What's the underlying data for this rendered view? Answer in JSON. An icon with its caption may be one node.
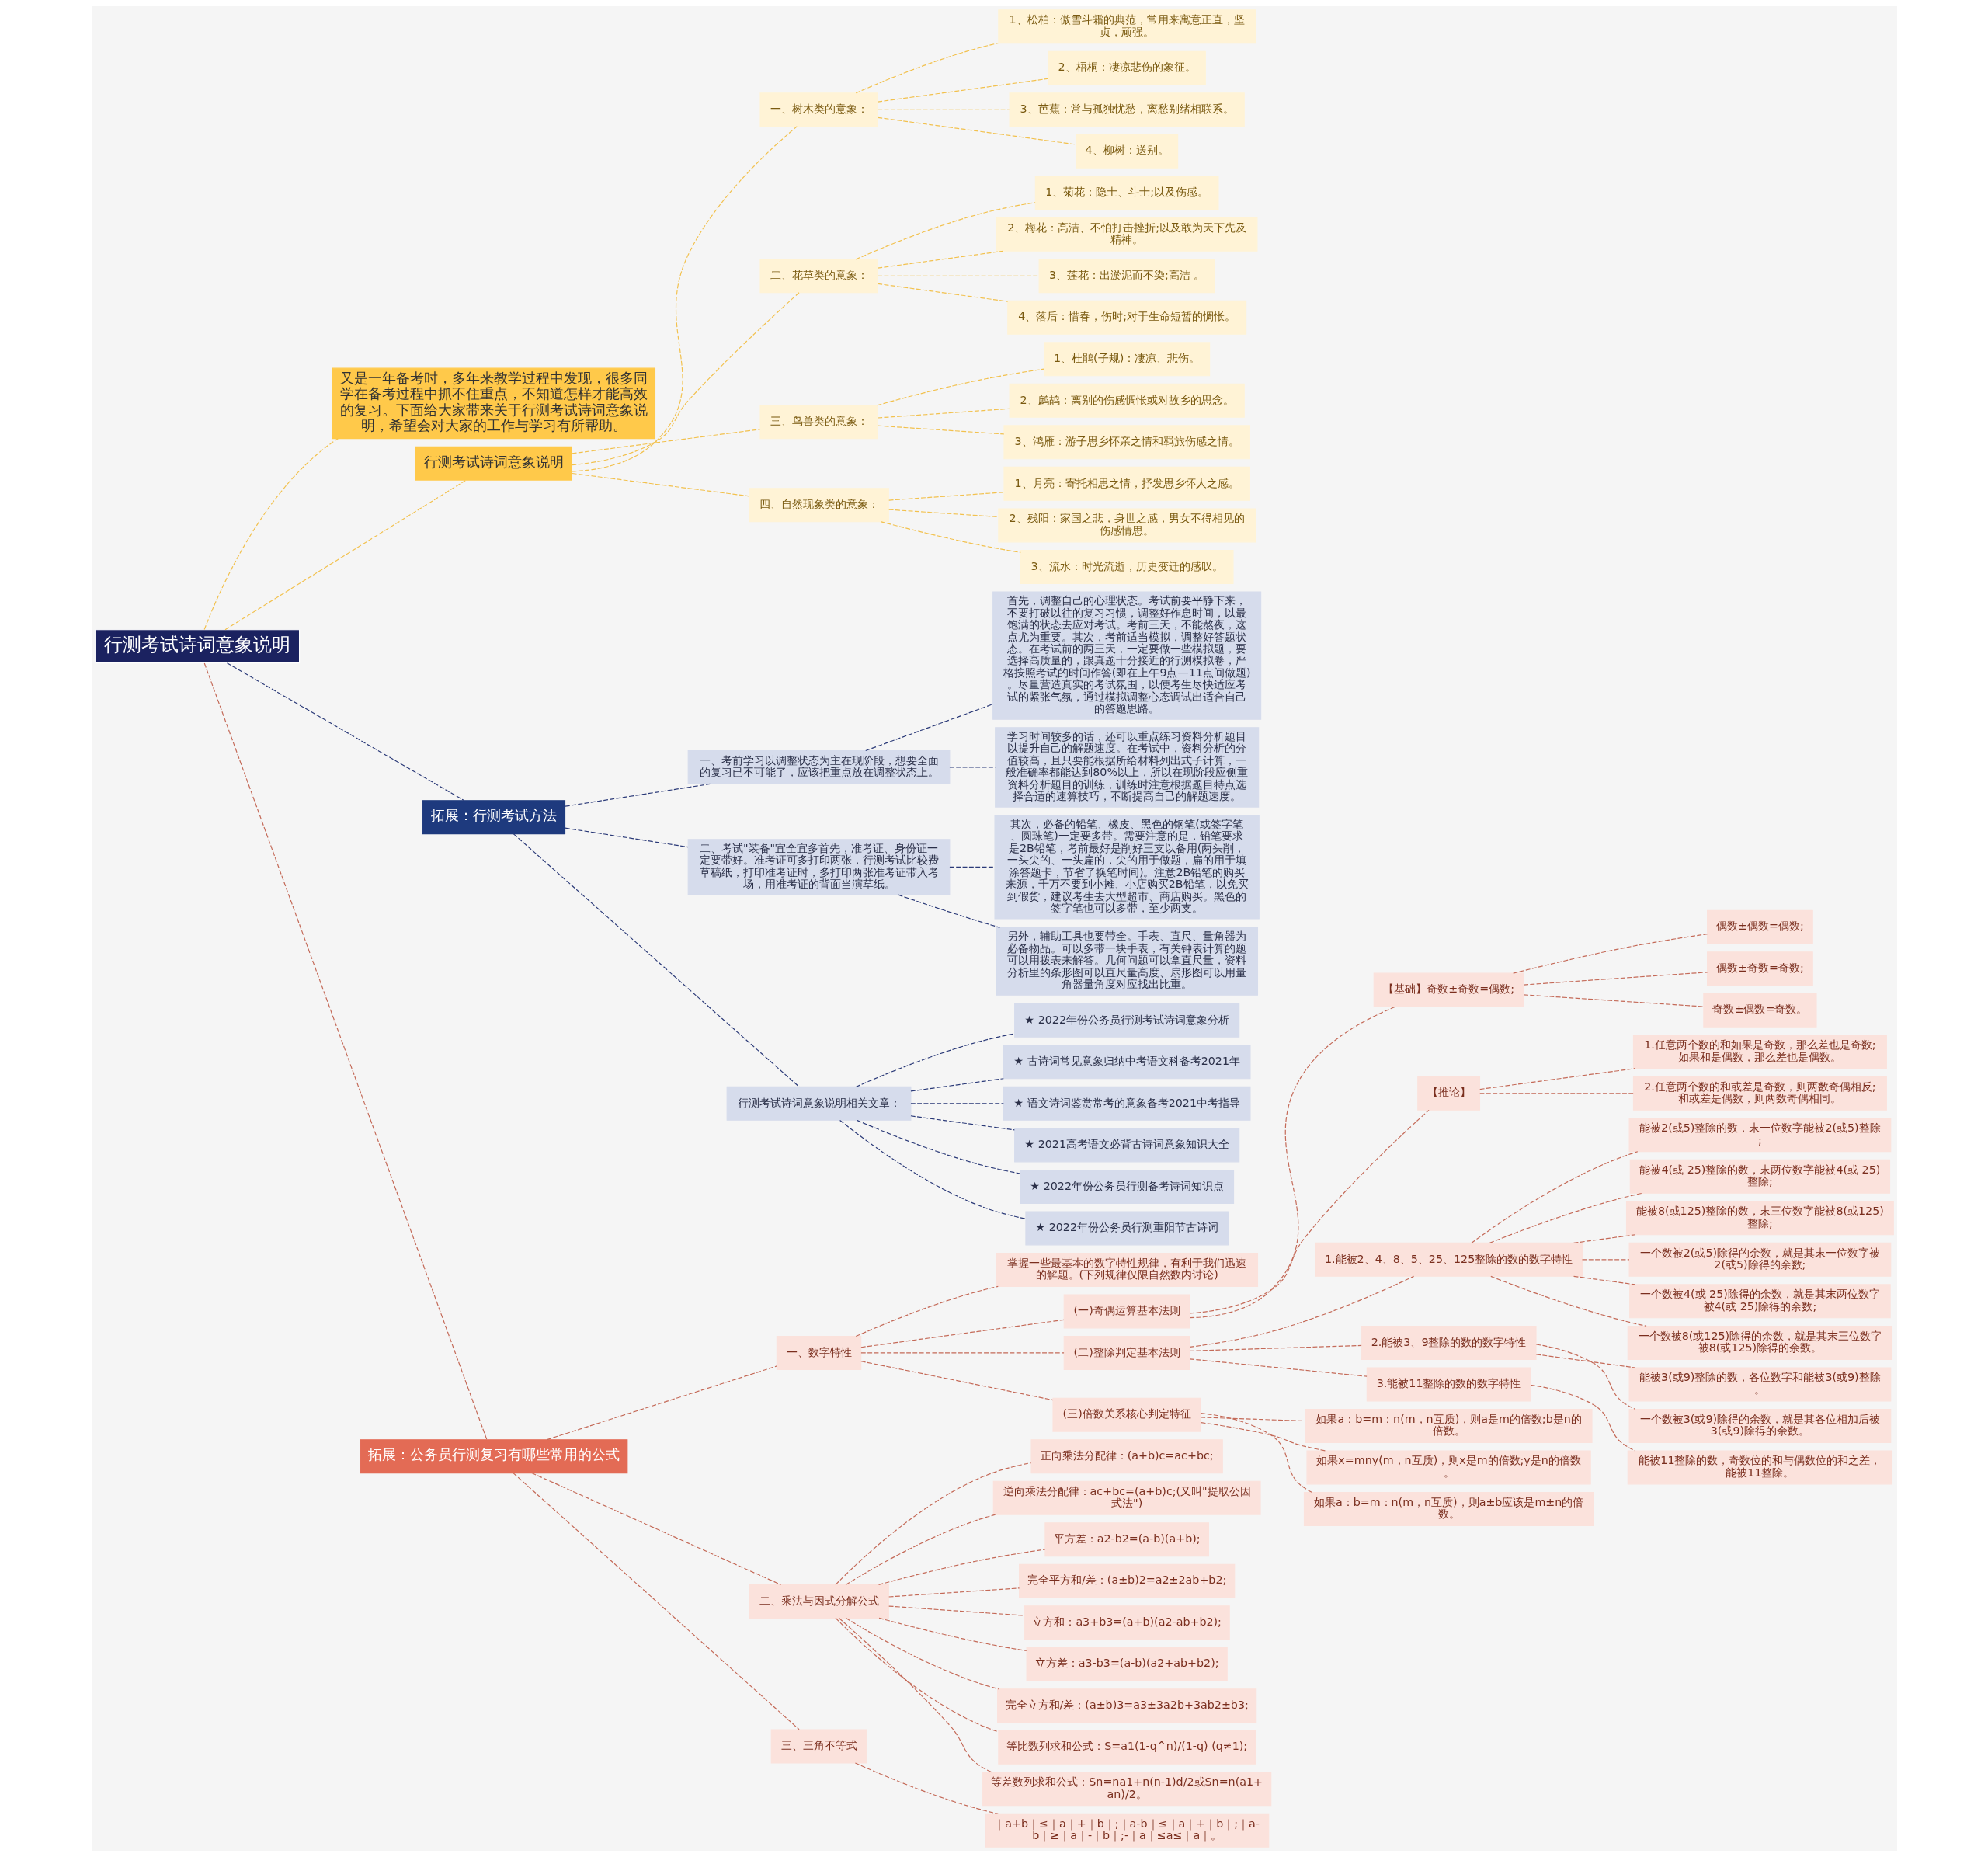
{
  "diagram": {
    "nodes": [
      {
        "text": [
          "行测考试诗词意象说明"
        ]
      },
      {
        "text": [
          "又是一年备考时，多年来教学过程中发现，很多同学在备考过程中抓不住重点，不知道怎样才能高效的复习。下面给大家带来关于行测考试诗词意象说明，希望会对大家的工作与学习有所帮助。"
        ]
      },
      {
        "text": [
          "行测考试诗词意象说明"
        ]
      },
      {
        "text": [
          "一、树木类的意象："
        ]
      },
      {
        "text": [
          "1、松柏：傲雪斗霜的典范，常用来寓意正直，坚贞，顽强。"
        ]
      },
      {
        "text": [
          "2、梧桐：凄凉悲伤的象征。"
        ]
      },
      {
        "text": [
          "3、芭蕉：常与孤独忧愁，离愁别绪相联系。"
        ]
      },
      {
        "text": [
          "4、柳树：送别。"
        ]
      },
      {
        "text": [
          "二、花草类的意象："
        ]
      },
      {
        "text": [
          "1、菊花：隐士、斗士;以及伤感。"
        ]
      },
      {
        "text": [
          "2、梅花：高洁、不怕打击挫折;以及敢为天下先及精神。"
        ]
      },
      {
        "text": [
          "3、莲花：出淤泥而不染;高洁 。"
        ]
      },
      {
        "text": [
          "4、落后：惜春，伤时;对于生命短暂的惆怅。"
        ]
      },
      {
        "text": [
          "三、鸟兽类的意象："
        ]
      },
      {
        "text": [
          "1、杜鹃(子规)：凄凉、悲伤。"
        ]
      },
      {
        "text": [
          "2、鹧鸪：离别的伤感惆怅或对故乡的思念。"
        ]
      },
      {
        "text": [
          "3、鸿雁：游子思乡怀亲之情和羁旅伤感之情。"
        ]
      },
      {
        "text": [
          "四、自然现象类的意象："
        ]
      },
      {
        "text": [
          "1、月亮：寄托相思之情，抒发思乡怀人之感。"
        ]
      },
      {
        "text": [
          "2、残阳：家国之悲，身世之感，男女不得相见的伤感情思。"
        ]
      },
      {
        "text": [
          "3、流水：时光流逝，历史变迁的感叹。"
        ]
      },
      {
        "text": [
          "拓展：行测考试方法"
        ]
      },
      {
        "text": [
          "一、考前学习以调整状态为主在现阶段，想要全面的复习已不可能了，应该把重点放在调整状态上。"
        ]
      },
      {
        "text": [
          "首先，调整自己的心理状态。考试前要平静下来，不要打破以往的复习习惯，调整好作息时间，以最饱满的状态去应对考试。考前三天，不能熬夜，这点尤为重要。其次，考前适当模拟，调整好答题状态。在考试前的两三天，一定要做一些模拟题，要选择高质量的，跟真题十分接近的行测模拟卷，严格按照考试的时间作答(即在上午9点—11点间做题)。尽量营造真实的考试氛围，以便考生尽快适应考试的紧张气氛，通过模拟调整心态调试出适合自己的答题思路。"
        ]
      },
      {
        "text": [
          "学习时间较多的话，还可以重点练习资料分析题目以提升自己的解题速度。在考试中，资料分析的分值较高，且只要能根据所给材料列出式子计算，一般准确率都能达到80%以上，所以在现阶段应侧重资料分析题目的训练，训练时注意根据题目特点选择合适的速算技巧，不断提高自己的解题速度。"
        ]
      },
      {
        "text": [
          "二、考试\"装备\"宜全宜多首先，准考证、身份证一定要带好。准考证可多打印两张，行测考试比较费草稿纸，打印准考证时，多打印两张准考证带入考场，用准考证的背面当演草纸。"
        ]
      },
      {
        "text": [
          "其次，必备的铅笔、橡皮、黑色的钢笔(或签字笔、圆珠笔)一定要多带。需要注意的是，铅笔要求是2B铅笔，考前最好是削好三支以备用(两头削，一头尖的、一头扁的，尖的用于做题，扁的用于填涂答题卡，节省了换笔时间)。注意2B铅笔的购买来源，千万不要到小摊、小店购买2B铅笔，以免买到假货，建议考生去大型超市、商店购买。黑色的签字笔也可以多带，至少两支。"
        ]
      },
      {
        "text": [
          "另外，辅助工具也要带全。手表、直尺、量角器为必备物品。可以多带一块手表，有关钟表计算的题可以用拨表来解答。几何问题可以拿直尺量，资料分析里的条形图可以直尺量高度、扇形图可以用量角器量角度对应找出比重。"
        ]
      },
      {
        "text": [
          "行测考试诗词意象说明相关文章："
        ]
      },
      {
        "text": [
          "★ 2022年份公务员行测考试诗词意象分析"
        ]
      },
      {
        "text": [
          "★ 古诗词常见意象归纳中考语文科备考2021年"
        ]
      },
      {
        "text": [
          "★ 语文诗词鉴赏常考的意象备考2021中考指导"
        ]
      },
      {
        "text": [
          "★ 2021高考语文必背古诗词意象知识大全"
        ]
      },
      {
        "text": [
          "★ 2022年份公务员行测备考诗词知识点"
        ]
      },
      {
        "text": [
          "★ 2022年份公务员行测重阳节古诗词"
        ]
      },
      {
        "text": [
          "拓展：公务员行测复习有哪些常用的公式"
        ]
      },
      {
        "text": [
          "一、数字特性"
        ]
      },
      {
        "text": [
          "掌握一些最基本的数字特性规律，有利于我们迅速的解题。(下列规律仅限自然数内讨论)"
        ]
      },
      {
        "text": [
          "(一)奇偶运算基本法则"
        ]
      },
      {
        "text": [
          "【基础】奇数±奇数=偶数;"
        ]
      },
      {
        "text": [
          "偶数±偶数=偶数;"
        ]
      },
      {
        "text": [
          "偶数±奇数=奇数;"
        ]
      },
      {
        "text": [
          "奇数±偶数=奇数。"
        ]
      },
      {
        "text": [
          "【推论】"
        ]
      },
      {
        "text": [
          "1.任意两个数的和如果是奇数，那么差也是奇数;如果和是偶数，那么差也是偶数。"
        ]
      },
      {
        "text": [
          "2.任意两个数的和或差是奇数，则两数奇偶相反;和或差是偶数，则两数奇偶相同。"
        ]
      },
      {
        "text": [
          "(二)整除判定基本法则"
        ]
      },
      {
        "text": [
          "1.能被2、4、8、5、25、125整除的数的数字特性"
        ]
      },
      {
        "text": [
          "能被2(或5)整除的数，末一位数字能被2(或5)整除;"
        ]
      },
      {
        "text": [
          "能被4(或 25)整除的数，末两位数字能被4(或 25)整除;"
        ]
      },
      {
        "text": [
          "能被8(或125)整除的数，末三位数字能被8(或125)整除;"
        ]
      },
      {
        "text": [
          "一个数被2(或5)除得的余数，就是其末一位数字被2(或5)除得的余数;"
        ]
      },
      {
        "text": [
          "一个数被4(或 25)除得的余数，就是其末两位数字被4(或 25)除得的余数;"
        ]
      },
      {
        "text": [
          "一个数被8(或125)除得的余数，就是其末三位数字被8(或125)除得的余数。"
        ]
      },
      {
        "text": [
          "2.能被3、9整除的数的数字特性"
        ]
      },
      {
        "text": [
          "能被3(或9)整除的数，各位数字和能被3(或9)整除。"
        ]
      },
      {
        "text": [
          "一个数被3(或9)除得的余数，就是其各位相加后被3(或9)除得的余数。"
        ]
      },
      {
        "text": [
          "3.能被11整除的数的数字特性"
        ]
      },
      {
        "text": [
          "能被11整除的数，奇数位的和与偶数位的和之差，能被11整除。"
        ]
      },
      {
        "text": [
          "(三)倍数关系核心判定特征"
        ]
      },
      {
        "text": [
          "如果a：b=m：n(m，n互质)，则a是m的倍数;b是n的倍数。"
        ]
      },
      {
        "text": [
          "如果x=mny(m，n互质)，则x是m的倍数;y是n的倍数。"
        ]
      },
      {
        "text": [
          "如果a：b=m：n(m，n互质)，则a±b应该是m±n的倍数。"
        ]
      },
      {
        "text": [
          "二、乘法与因式分解公式"
        ]
      },
      {
        "text": [
          "正向乘法分配律：(a+b)c=ac+bc;"
        ]
      },
      {
        "text": [
          "逆向乘法分配律：ac+bc=(a+b)c;(又叫\"提取公因式法\")"
        ]
      },
      {
        "text": [
          "平方差：a2-b2=(a-b)(a+b);"
        ]
      },
      {
        "text": [
          "完全平方和/差：(a±b)2=a2±2ab+b2;"
        ]
      },
      {
        "text": [
          "立方和：a3+b3=(a+b)(a2-ab+b2);"
        ]
      },
      {
        "text": [
          "立方差：a3-b3=(a-b)(a2+ab+b2);"
        ]
      },
      {
        "text": [
          "完全立方和/差：(a±b)3=a3±3a2b+3ab2±b3;"
        ]
      },
      {
        "text": [
          "等比数列求和公式：S=a1(1-q^n)/(1-q) (q≠1);"
        ]
      },
      {
        "text": [
          "等差数列求和公式：Sn=na1+n(n-1)d/2或Sn=n(a1+an)/2。"
        ]
      },
      {
        "text": [
          "三、三角不等式"
        ]
      },
      {
        "text": [
          "｜a+b｜≤｜a｜+｜b｜;｜a-b｜≤｜a｜+｜b｜;｜a-b｜≥｜a｜-｜b｜;-｜a｜≤a≤｜a｜。"
        ]
      }
    ],
    "edges": [
      {
        "from": 0,
        "to": 1,
        "arrow": "none",
        "color": "#f2c14e"
      },
      {
        "from": 0,
        "to": 2,
        "arrow": "none",
        "color": "#f2c14e"
      },
      {
        "from": 0,
        "to": 21,
        "arrow": "none",
        "color": "#2b3a78"
      },
      {
        "from": 0,
        "to": 35,
        "arrow": "none"
      },
      {
        "from": 2,
        "to": 3,
        "arrow": "none",
        "color": "#f2c14e"
      },
      {
        "from": 2,
        "to": 8,
        "arrow": "none",
        "color": "#f2c14e"
      },
      {
        "from": 2,
        "to": 13,
        "arrow": "none",
        "color": "#f2c14e"
      },
      {
        "from": 2,
        "to": 17,
        "arrow": "none",
        "color": "#f2c14e"
      },
      {
        "from": 3,
        "to": 4,
        "arrow": "none",
        "color": "#f2c14e"
      },
      {
        "from": 3,
        "to": 5,
        "arrow": "none",
        "color": "#f2c14e"
      },
      {
        "from": 3,
        "to": 6,
        "arrow": "none",
        "color": "#f2c14e"
      },
      {
        "from": 3,
        "to": 7,
        "arrow": "none",
        "color": "#f2c14e"
      },
      {
        "from": 8,
        "to": 9,
        "arrow": "none",
        "color": "#f2c14e"
      },
      {
        "from": 8,
        "to": 10,
        "arrow": "none",
        "color": "#f2c14e"
      },
      {
        "from": 8,
        "to": 11,
        "arrow": "none",
        "color": "#f2c14e"
      },
      {
        "from": 8,
        "to": 12,
        "arrow": "none",
        "color": "#f2c14e"
      },
      {
        "from": 13,
        "to": 14,
        "arrow": "none",
        "color": "#f2c14e"
      },
      {
        "from": 13,
        "to": 15,
        "arrow": "none",
        "color": "#f2c14e"
      },
      {
        "from": 13,
        "to": 16,
        "arrow": "none",
        "color": "#f2c14e"
      },
      {
        "from": 17,
        "to": 18,
        "arrow": "none",
        "color": "#f2c14e"
      },
      {
        "from": 17,
        "to": 19,
        "arrow": "none",
        "color": "#f2c14e"
      },
      {
        "from": 17,
        "to": 20,
        "arrow": "none",
        "color": "#f2c14e"
      },
      {
        "from": 21,
        "to": 22,
        "arrow": "none",
        "color": "#2b3a78"
      },
      {
        "from": 21,
        "to": 25,
        "arrow": "none",
        "color": "#2b3a78"
      },
      {
        "from": 21,
        "to": 28,
        "arrow": "none",
        "color": "#2b3a78"
      },
      {
        "from": 22,
        "to": 23,
        "arrow": "none",
        "color": "#2b3a78"
      },
      {
        "from": 22,
        "to": 24,
        "arrow": "none",
        "color": "#2b3a78"
      },
      {
        "from": 25,
        "to": 26,
        "arrow": "none",
        "color": "#2b3a78"
      },
      {
        "from": 25,
        "to": 27,
        "arrow": "none",
        "color": "#2b3a78"
      },
      {
        "from": 28,
        "to": 29,
        "arrow": "none",
        "color": "#2b3a78"
      },
      {
        "from": 28,
        "to": 30,
        "arrow": "none",
        "color": "#2b3a78"
      },
      {
        "from": 28,
        "to": 31,
        "arrow": "none",
        "color": "#2b3a78"
      },
      {
        "from": 28,
        "to": 32,
        "arrow": "none",
        "color": "#2b3a78"
      },
      {
        "from": 28,
        "to": 33,
        "arrow": "none",
        "color": "#2b3a78"
      },
      {
        "from": 28,
        "to": 34,
        "arrow": "none",
        "color": "#2b3a78"
      },
      {
        "from": 35,
        "to": 36,
        "arrow": "none"
      },
      {
        "from": 35,
        "to": 63,
        "arrow": "none"
      },
      {
        "from": 35,
        "to": 73,
        "arrow": "none"
      },
      {
        "from": 36,
        "to": 37,
        "arrow": "none"
      },
      {
        "from": 36,
        "to": 38,
        "arrow": "none"
      },
      {
        "from": 36,
        "to": 46,
        "arrow": "none"
      },
      {
        "from": 36,
        "to": 59,
        "arrow": "none"
      },
      {
        "from": 38,
        "to": 39,
        "arrow": "none"
      },
      {
        "from": 38,
        "to": 43,
        "arrow": "none"
      },
      {
        "from": 39,
        "to": 40,
        "arrow": "none"
      },
      {
        "from": 39,
        "to": 41,
        "arrow": "none"
      },
      {
        "from": 39,
        "to": 42,
        "arrow": "none"
      },
      {
        "from": 43,
        "to": 44,
        "arrow": "none"
      },
      {
        "from": 43,
        "to": 45,
        "arrow": "none"
      },
      {
        "from": 46,
        "to": 47,
        "arrow": "none"
      },
      {
        "from": 46,
        "to": 54,
        "arrow": "none"
      },
      {
        "from": 46,
        "to": 57,
        "arrow": "none"
      },
      {
        "from": 47,
        "to": 48,
        "arrow": "none"
      },
      {
        "from": 47,
        "to": 49,
        "arrow": "none"
      },
      {
        "from": 47,
        "to": 50,
        "arrow": "none"
      },
      {
        "from": 47,
        "to": 51,
        "arrow": "none"
      },
      {
        "from": 47,
        "to": 52,
        "arrow": "none"
      },
      {
        "from": 47,
        "to": 53,
        "arrow": "none"
      },
      {
        "from": 54,
        "to": 55,
        "arrow": "none"
      },
      {
        "from": 54,
        "to": 56,
        "arrow": "none"
      },
      {
        "from": 57,
        "to": 58,
        "arrow": "none"
      },
      {
        "from": 59,
        "to": 60,
        "arrow": "none"
      },
      {
        "from": 59,
        "to": 61,
        "arrow": "none"
      },
      {
        "from": 59,
        "to": 62,
        "arrow": "none"
      },
      {
        "from": 63,
        "to": 64,
        "arrow": "none"
      },
      {
        "from": 63,
        "to": 65,
        "arrow": "none"
      },
      {
        "from": 63,
        "to": 66,
        "arrow": "none"
      },
      {
        "from": 63,
        "to": 67,
        "arrow": "none"
      },
      {
        "from": 63,
        "to": 68,
        "arrow": "none"
      },
      {
        "from": 63,
        "to": 69,
        "arrow": "none"
      },
      {
        "from": 63,
        "to": 70,
        "arrow": "none"
      },
      {
        "from": 63,
        "to": 71,
        "arrow": "none"
      },
      {
        "from": 63,
        "to": 72,
        "arrow": "none"
      },
      {
        "from": 73,
        "to": 74,
        "arrow": "none"
      }
    ]
  }
}
